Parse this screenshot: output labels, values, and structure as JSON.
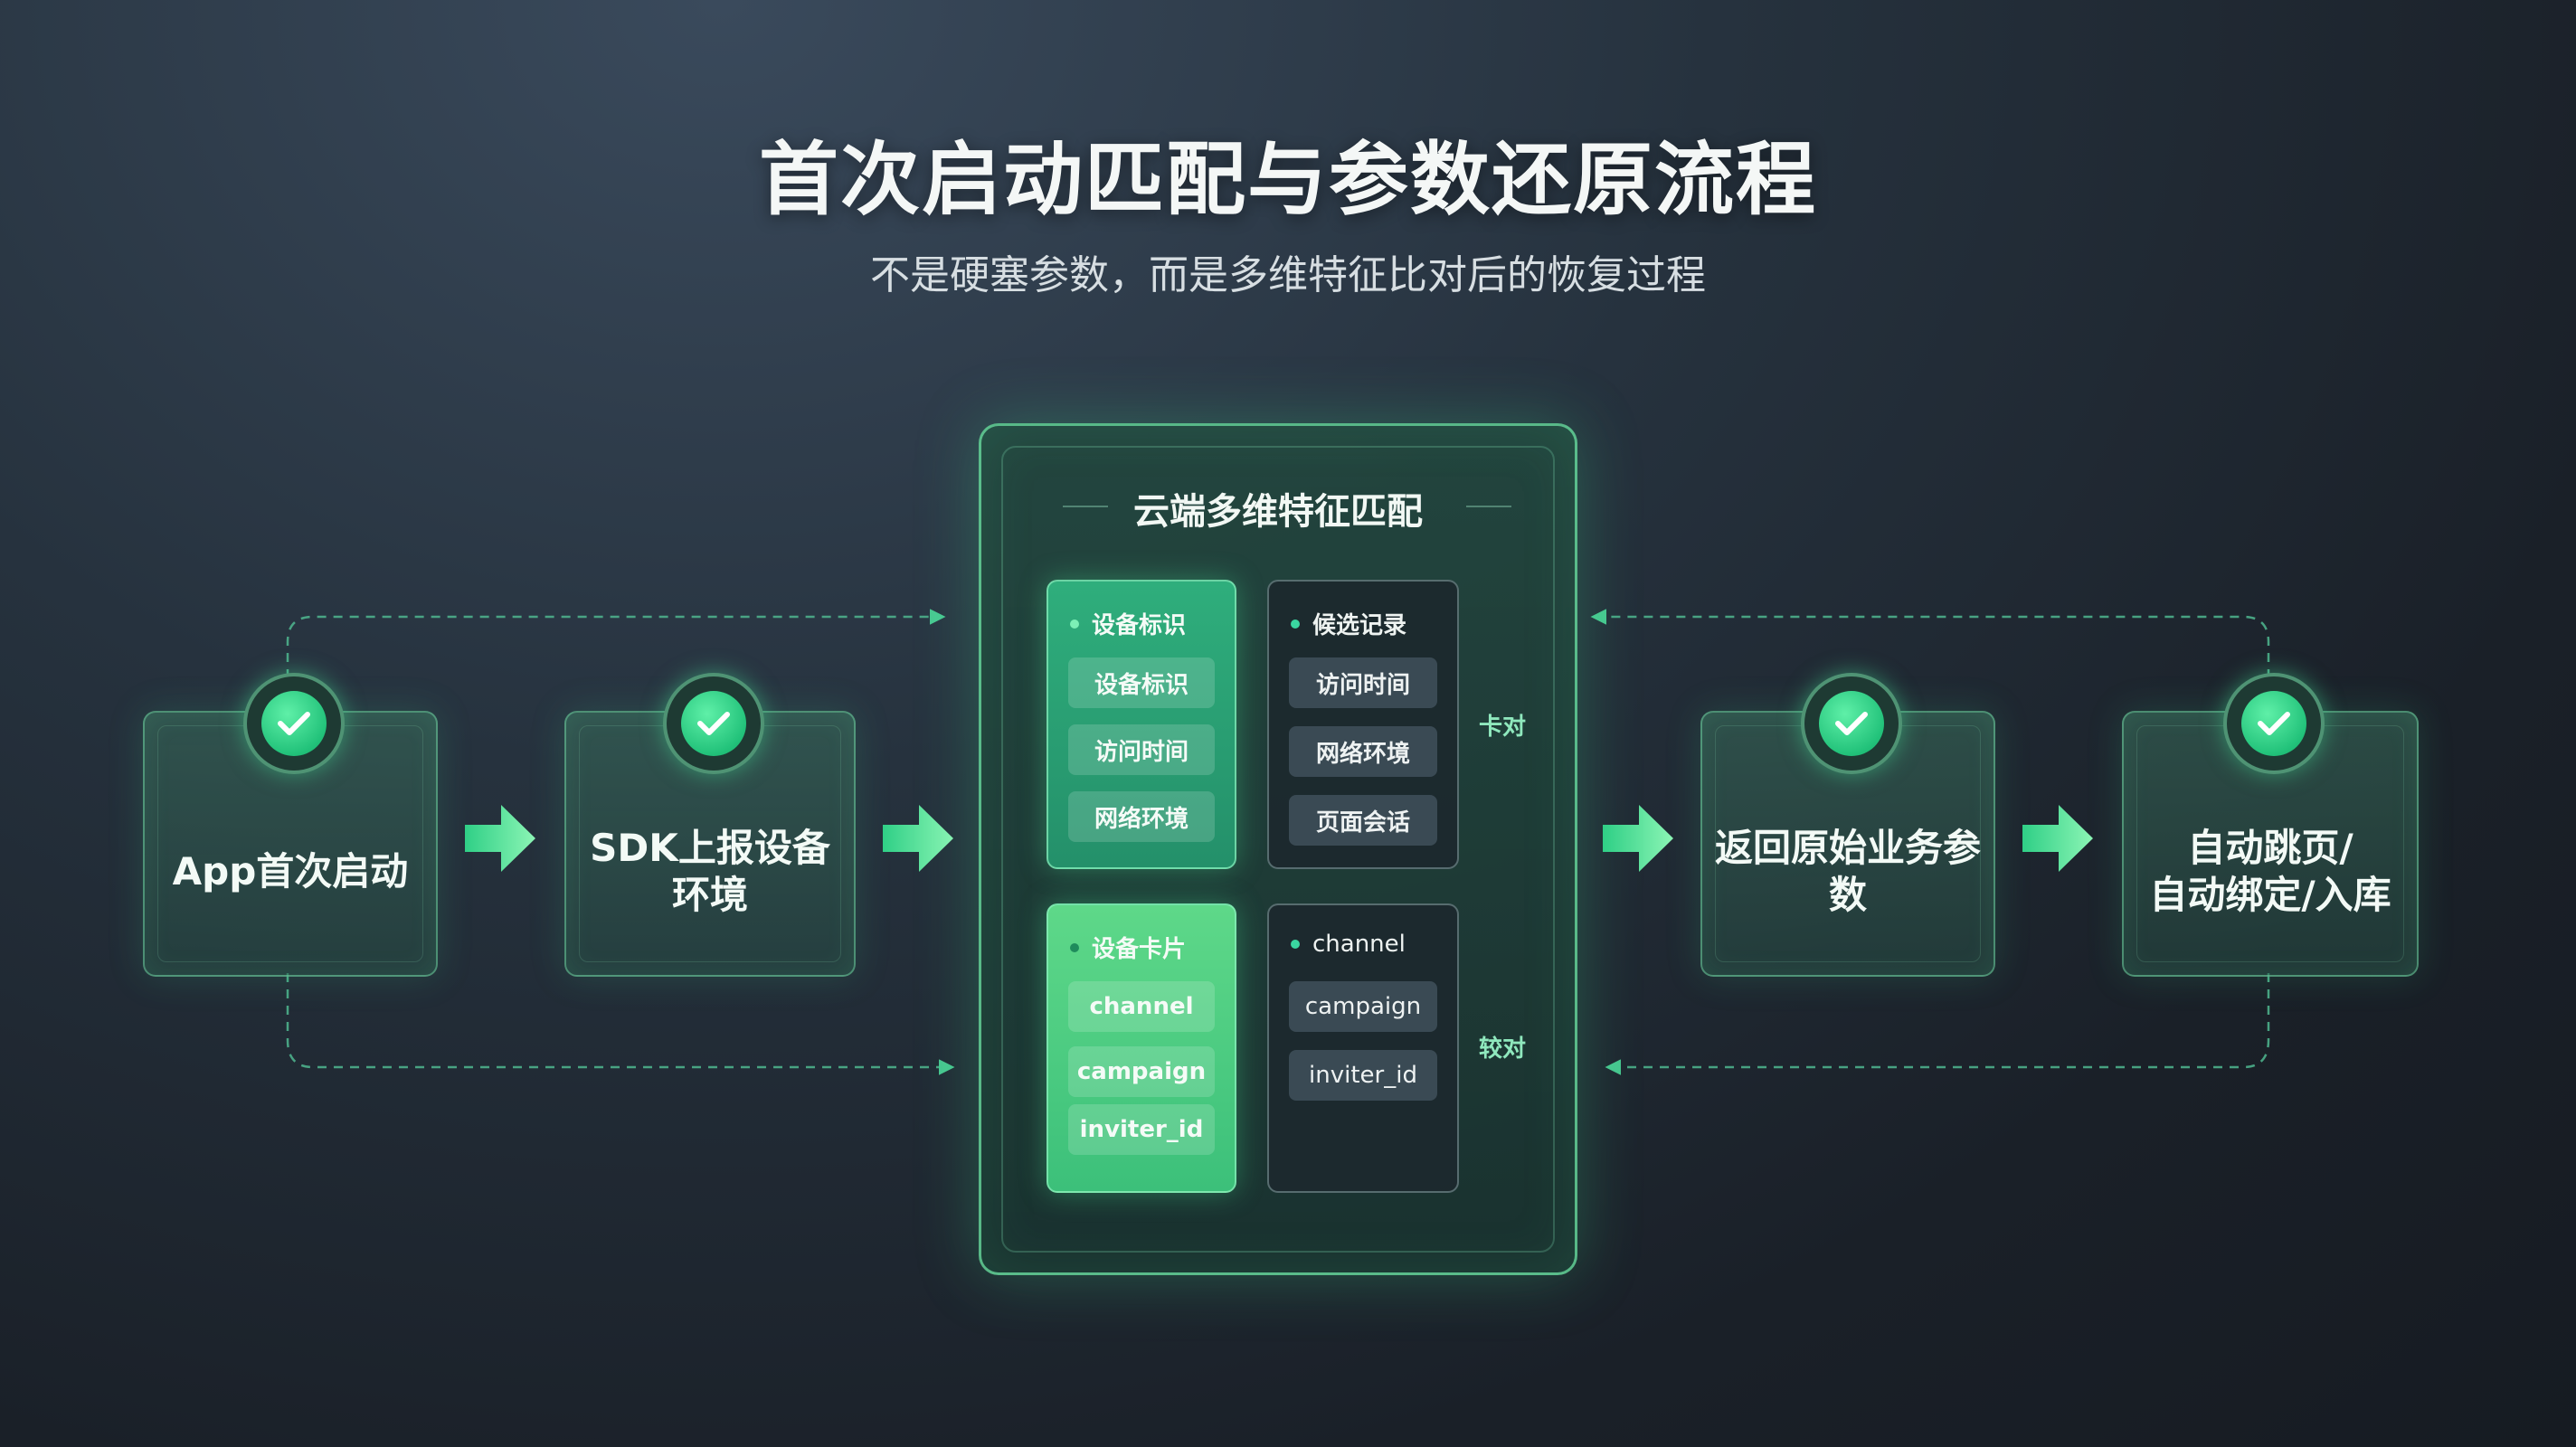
{
  "header": {
    "title": "首次启动匹配与参数还原流程",
    "subtitle": "不是硬塞参数，而是多维特征比对后的恢复过程"
  },
  "steps": [
    {
      "label": "App首次启动"
    },
    {
      "label": "SDK上报设备\n环境"
    },
    {
      "label": "返回原始业务参数"
    },
    {
      "label": "自动跳页/\n自动绑定/入库"
    }
  ],
  "hub": {
    "title": "云端多维特征匹配",
    "panels": [
      {
        "heading": "设备标识",
        "chips": [
          "设备标识",
          "访问时间",
          "网络环境"
        ]
      },
      {
        "heading": "候选记录",
        "chips": [
          "访问时间",
          "网络环境",
          "页面会话"
        ]
      },
      {
        "heading": "设备卡片",
        "chips": [
          "channel",
          "campaign",
          "inviter_id"
        ]
      },
      {
        "heading": "channel",
        "chips": [
          "campaign",
          "inviter_id"
        ]
      }
    ],
    "labels": {
      "top": "卡对",
      "bottom": "较对"
    }
  },
  "colors": {
    "accent": "#3ddc8a",
    "panel_green": "#2fae7c",
    "panel_dark": "#1c282e"
  }
}
